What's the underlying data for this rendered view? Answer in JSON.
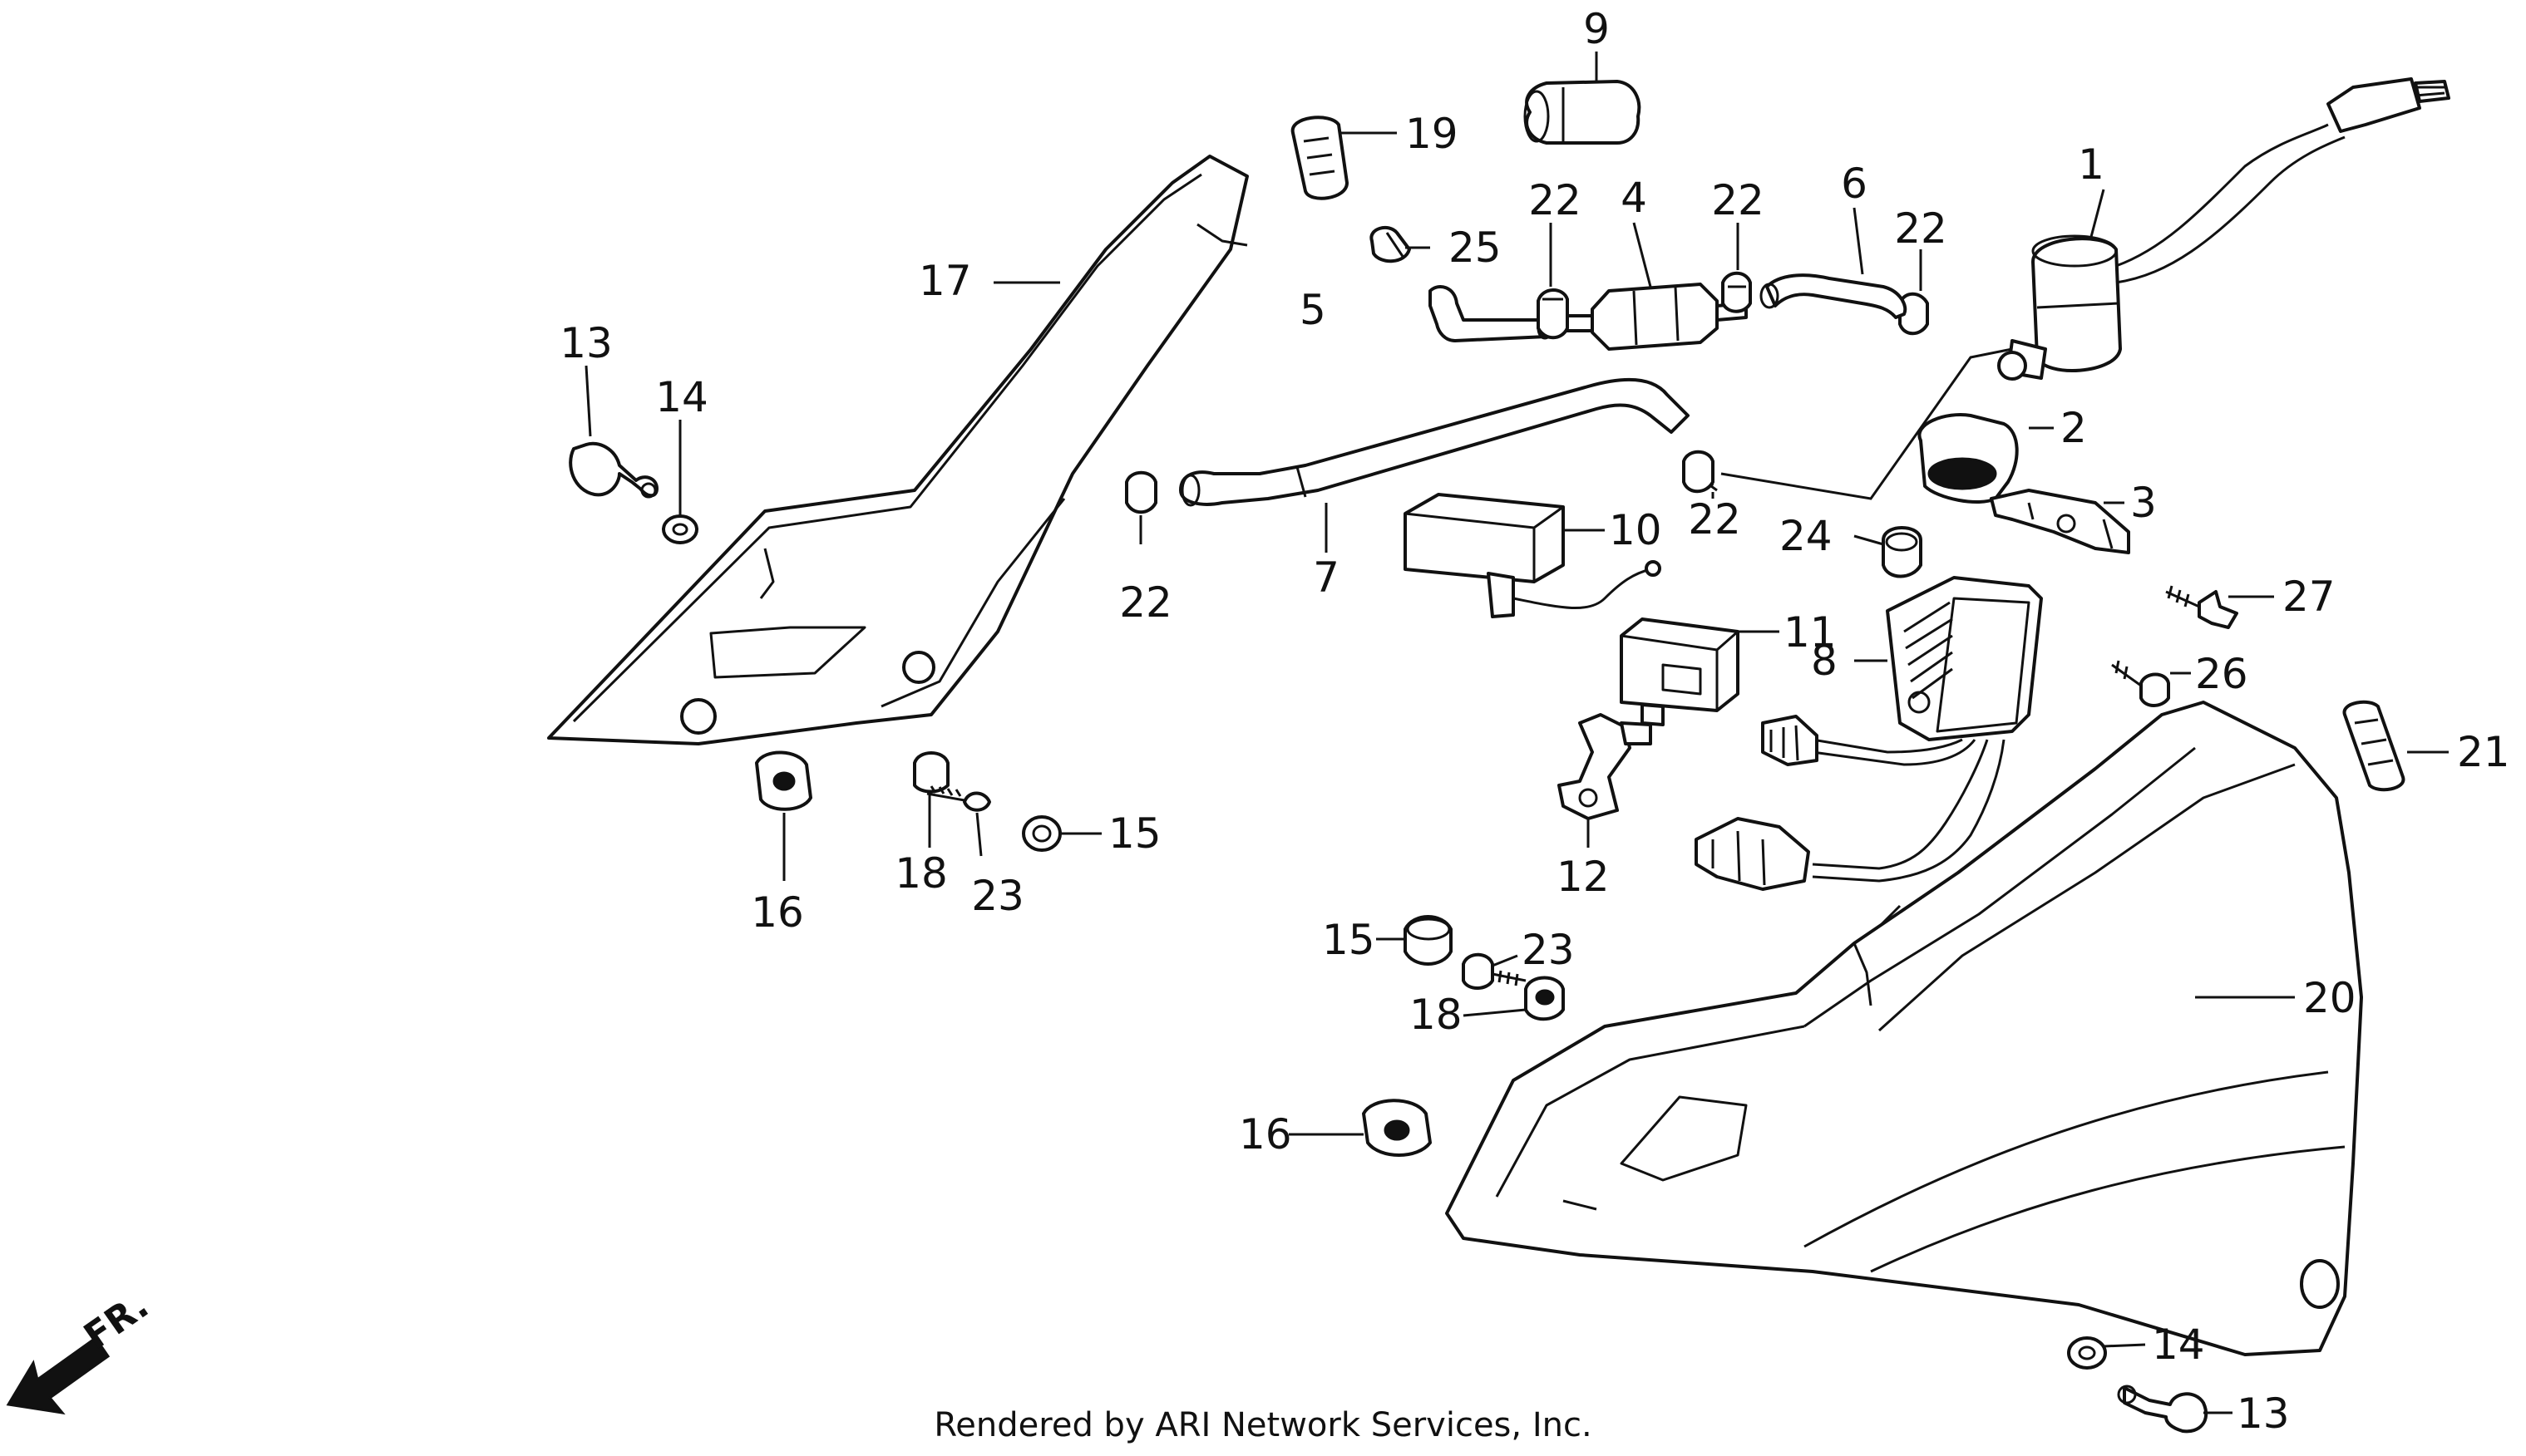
{
  "diagram": {
    "callouts": [
      {
        "id": "c1",
        "text": "1"
      },
      {
        "id": "c2",
        "text": "2"
      },
      {
        "id": "c3",
        "text": "3"
      },
      {
        "id": "c4",
        "text": "4"
      },
      {
        "id": "c5",
        "text": "5"
      },
      {
        "id": "c6",
        "text": "6"
      },
      {
        "id": "c7",
        "text": "7"
      },
      {
        "id": "c8",
        "text": "8"
      },
      {
        "id": "c9",
        "text": "9"
      },
      {
        "id": "c10",
        "text": "10"
      },
      {
        "id": "c11",
        "text": "11"
      },
      {
        "id": "c12",
        "text": "12"
      },
      {
        "id": "c13a",
        "text": "13"
      },
      {
        "id": "c13b",
        "text": "13"
      },
      {
        "id": "c14a",
        "text": "14"
      },
      {
        "id": "c14b",
        "text": "14"
      },
      {
        "id": "c15a",
        "text": "15"
      },
      {
        "id": "c15b",
        "text": "15"
      },
      {
        "id": "c16a",
        "text": "16"
      },
      {
        "id": "c16b",
        "text": "16"
      },
      {
        "id": "c17",
        "text": "17"
      },
      {
        "id": "c18a",
        "text": "18"
      },
      {
        "id": "c18b",
        "text": "18"
      },
      {
        "id": "c19",
        "text": "19"
      },
      {
        "id": "c20",
        "text": "20"
      },
      {
        "id": "c21",
        "text": "21"
      },
      {
        "id": "c22a",
        "text": "22"
      },
      {
        "id": "c22b",
        "text": "22"
      },
      {
        "id": "c22c",
        "text": "22"
      },
      {
        "id": "c22d",
        "text": "22"
      },
      {
        "id": "c22e",
        "text": "22"
      },
      {
        "id": "c23a",
        "text": "23"
      },
      {
        "id": "c23b",
        "text": "23"
      },
      {
        "id": "c24",
        "text": "24"
      },
      {
        "id": "c25",
        "text": "25"
      },
      {
        "id": "c26",
        "text": "26"
      },
      {
        "id": "c27",
        "text": "27"
      }
    ],
    "front_indicator": "FR.",
    "credit": "Rendered by ARI Network Services, Inc."
  }
}
